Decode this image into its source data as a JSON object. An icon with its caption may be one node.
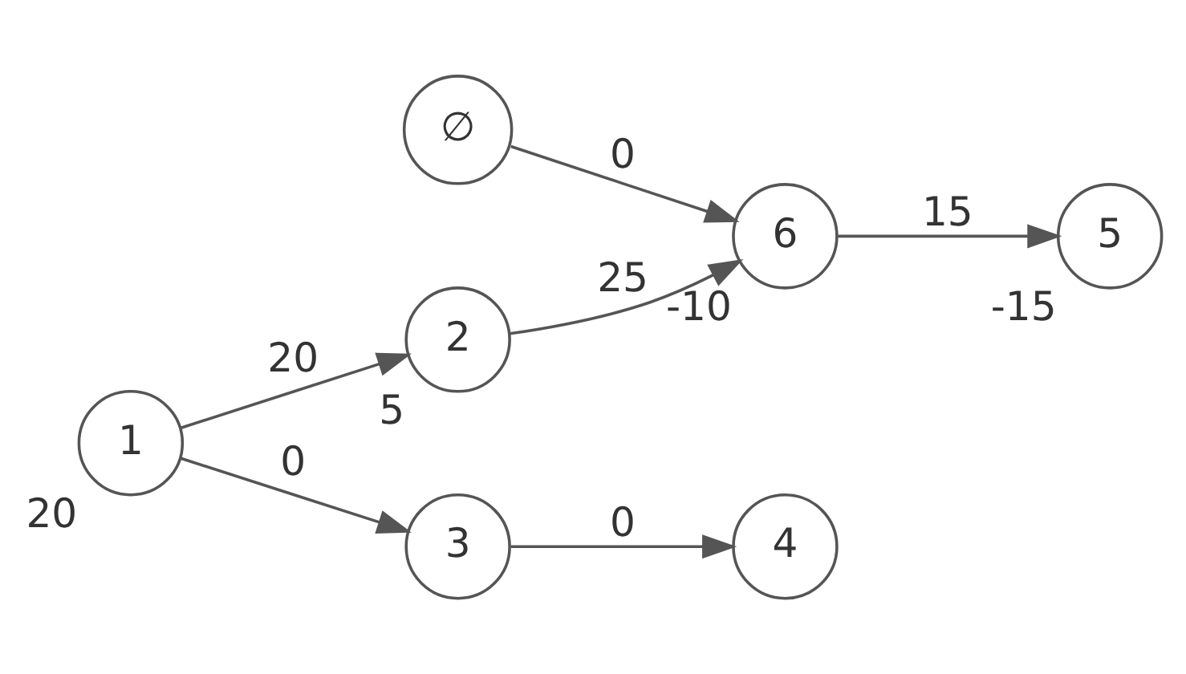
{
  "diagram": {
    "nodes": [
      {
        "text": [
          "1"
        ],
        "beside": [
          "20"
        ]
      },
      {
        "text": [
          "2"
        ],
        "beside": [
          "5"
        ]
      },
      {
        "text": [
          "3"
        ]
      },
      {
        "text": [
          "4"
        ]
      },
      {
        "text": [
          "6"
        ],
        "beside": [
          "-10"
        ]
      },
      {
        "text": [
          "5"
        ],
        "beside": [
          "-15"
        ]
      },
      {
        "text": [
          "∅"
        ]
      }
    ],
    "edges": [
      {
        "from": 0,
        "to": 1,
        "arrow": "to",
        "label": "20"
      },
      {
        "from": 0,
        "to": 2,
        "arrow": "to",
        "label": "0"
      },
      {
        "from": 2,
        "to": 3,
        "arrow": "to",
        "label": "0"
      },
      {
        "from": 1,
        "to": 4,
        "arrow": "to",
        "label": "25"
      },
      {
        "from": 4,
        "to": 5,
        "arrow": "to",
        "label": "15"
      },
      {
        "from": 6,
        "to": 4,
        "arrow": "to",
        "label": "0"
      }
    ]
  }
}
